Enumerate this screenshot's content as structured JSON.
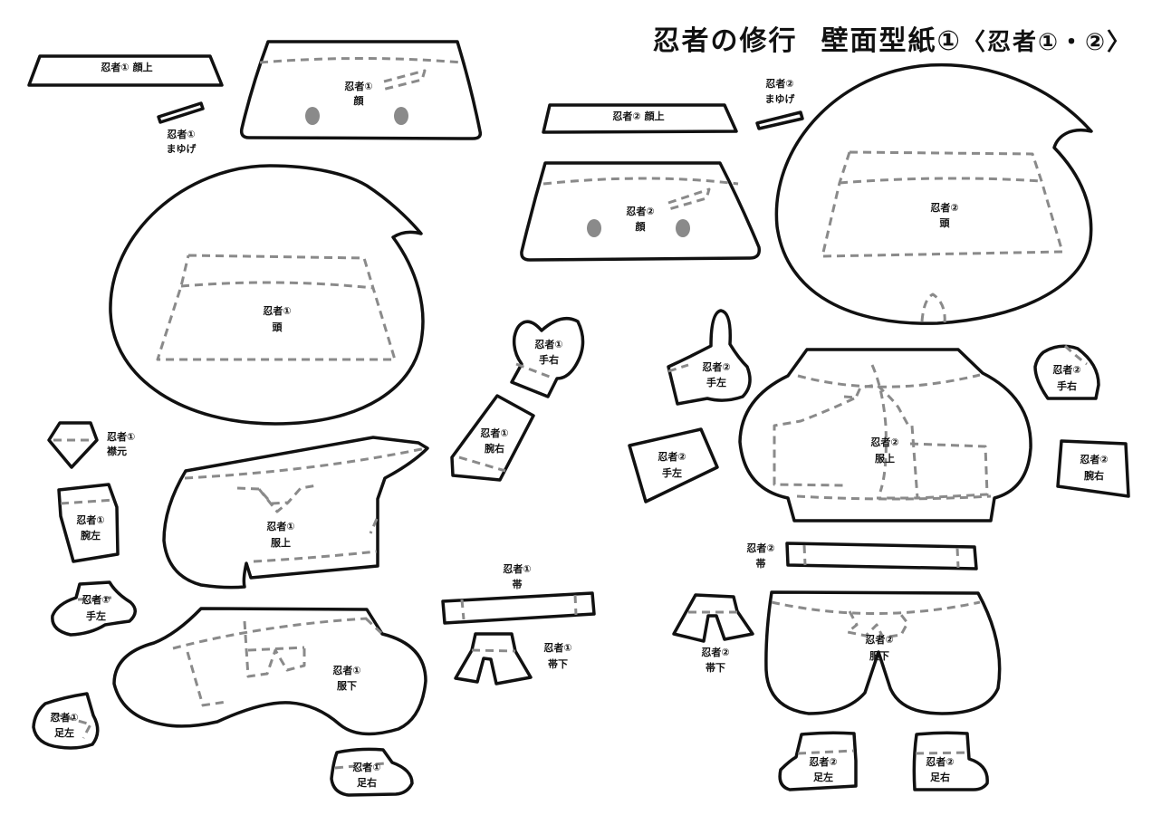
{
  "title": {
    "main": "忍者の修行",
    "sub": "壁面型紙①",
    "note": "〈忍者①・②〉"
  },
  "colors": {
    "outline": "#111111",
    "fold_line": "#8a8a8a",
    "eye": "#8a8a8a",
    "paper": "#ffffff"
  },
  "pieces": {
    "n1_forehead": [
      "忍者① 顔上"
    ],
    "n1_face": [
      "忍者①",
      "顔"
    ],
    "n1_eyebrow": [
      "忍者①",
      "まゆげ"
    ],
    "n1_head": [
      "忍者①",
      "頭"
    ],
    "n1_collar": [
      "忍者①",
      "襟元"
    ],
    "n1_arm_left": [
      "忍者①",
      "腕左"
    ],
    "n1_hand_left": [
      "忍者①",
      "手左"
    ],
    "n1_foot_left": [
      "忍者①",
      "足左"
    ],
    "n1_top": [
      "忍者①",
      "服上"
    ],
    "n1_bottom": [
      "忍者①",
      "服下"
    ],
    "n1_foot_right": [
      "忍者①",
      "足右"
    ],
    "n1_hand_right": [
      "忍者①",
      "手右"
    ],
    "n1_arm_right": [
      "忍者①",
      "腕右"
    ],
    "n1_belt": [
      "忍者①",
      "帯"
    ],
    "n1_belt_lower": [
      "忍者①",
      "帯下"
    ],
    "n2_forehead": [
      "忍者② 顔上"
    ],
    "n2_eyebrow": [
      "忍者②",
      "まゆげ"
    ],
    "n2_face": [
      "忍者②",
      "顔"
    ],
    "n2_head": [
      "忍者②",
      "頭"
    ],
    "n2_hand_left_thumb": [
      "忍者②",
      "手左"
    ],
    "n2_hand_left": [
      "忍者②",
      "手左"
    ],
    "n2_top": [
      "忍者②",
      "服上"
    ],
    "n2_hand_right": [
      "忍者②",
      "手右"
    ],
    "n2_arm_right": [
      "忍者②",
      "腕右"
    ],
    "n2_belt": [
      "忍者②",
      "帯"
    ],
    "n2_belt_lower": [
      "忍者②",
      "帯下"
    ],
    "n2_bottom": [
      "忍者②",
      "服下"
    ],
    "n2_foot_left": [
      "忍者②",
      "足左"
    ],
    "n2_foot_right": [
      "忍者②",
      "足右"
    ]
  }
}
